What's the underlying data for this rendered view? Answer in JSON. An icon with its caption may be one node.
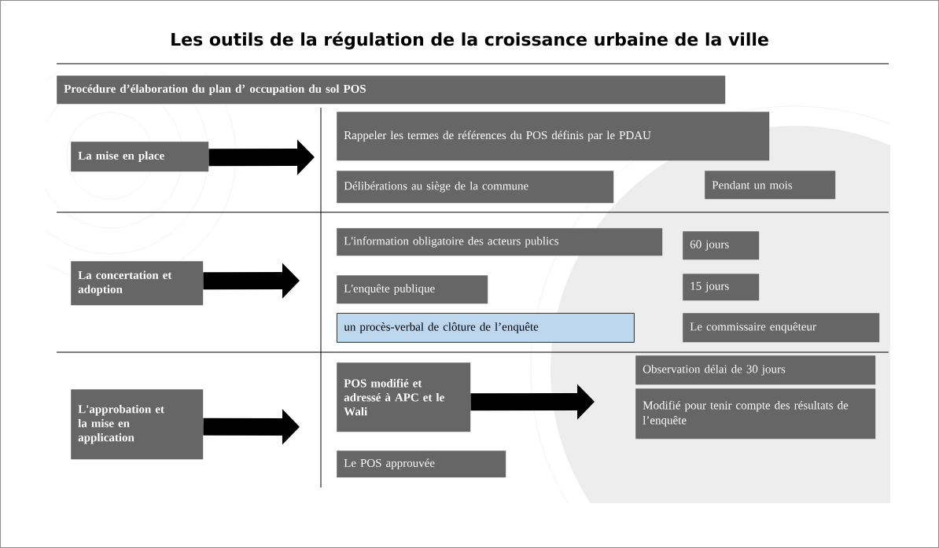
{
  "diagram": {
    "title": "Les outils de la régulation de la croissance urbaine de la ville",
    "nodes": [
      {
        "text": [
          "Procédure d’élaboration du plan d’ occupation du sol POS"
        ]
      },
      {
        "text": [
          "La mise en place"
        ]
      },
      {
        "text": [
          "Rappeler les termes de références du POS définis par le PDAU"
        ]
      },
      {
        "text": [
          "Délibérations au siège de la commune"
        ]
      },
      {
        "text": [
          "Pendant un mois"
        ]
      },
      {
        "text": [
          "La concertation et adoption"
        ]
      },
      {
        "text": [
          "L'information obligatoire des acteurs publics"
        ]
      },
      {
        "text": [
          "60 jours"
        ]
      },
      {
        "text": [
          "L'enquête publique"
        ]
      },
      {
        "text": [
          "15 jours"
        ]
      },
      {
        "text": [
          "un procès-verbal de clôture de l’enquête"
        ]
      },
      {
        "text": [
          "Le commissaire enquêteur"
        ]
      },
      {
        "text": [
          "L'approbation et la mise en application"
        ]
      },
      {
        "text": [
          "POS modifié et adressé à APC et le Wali"
        ]
      },
      {
        "text": [
          "Observation délai de 30 jours"
        ]
      },
      {
        "text": [
          "Modifié pour tenir compte des résultats de l’enquête"
        ]
      },
      {
        "text": [
          "Le POS approuvée"
        ]
      }
    ],
    "edges": [
      {
        "from": 1,
        "to": null,
        "arrow": "to"
      },
      {
        "from": 5,
        "to": null,
        "arrow": "to"
      },
      {
        "from": 12,
        "to": null,
        "arrow": "to"
      },
      {
        "from": 13,
        "to": null,
        "arrow": "to"
      }
    ]
  }
}
